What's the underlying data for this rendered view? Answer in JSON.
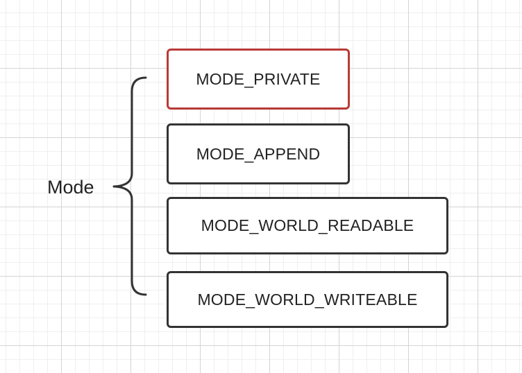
{
  "diagram": {
    "group_label": "Mode",
    "accent_color": "#b83a36",
    "border_color": "#333333",
    "items": [
      {
        "label": "MODE_PRIVATE",
        "highlighted": true
      },
      {
        "label": "MODE_APPEND",
        "highlighted": false
      },
      {
        "label": "MODE_WORLD_READABLE",
        "highlighted": false
      },
      {
        "label": "MODE_WORLD_WRITEABLE",
        "highlighted": false
      }
    ]
  }
}
